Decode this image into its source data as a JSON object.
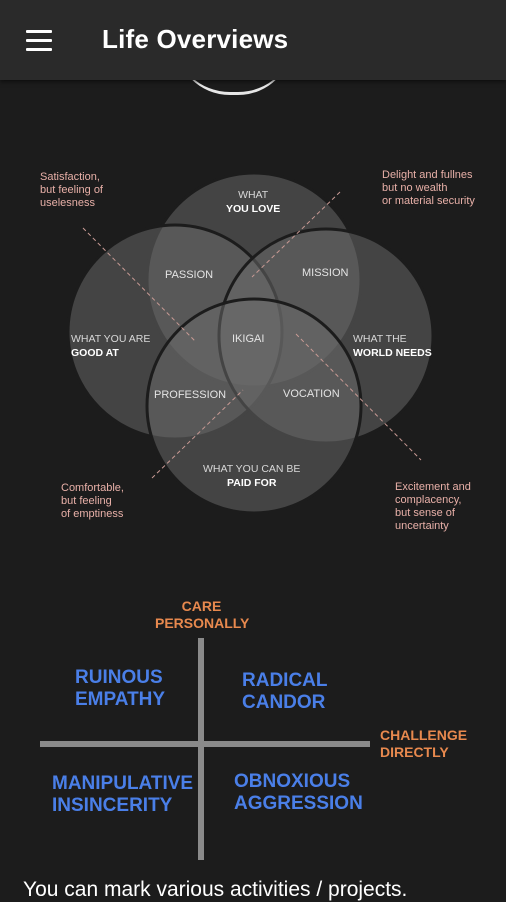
{
  "appbar": {
    "title": "Life Overviews",
    "menu_icon": "hamburger-menu-icon"
  },
  "ikigai": {
    "circles": {
      "love": {
        "line1": "WHAT",
        "line2": "YOU LOVE"
      },
      "good": {
        "line1": "WHAT YOU ARE",
        "line2": "GOOD AT"
      },
      "needs": {
        "line1": "WHAT THE",
        "line2": "WORLD NEEDS"
      },
      "paid": {
        "line1": "WHAT YOU CAN BE",
        "line2": "PAID FOR"
      }
    },
    "overlaps": {
      "passion": "PASSION",
      "mission": "MISSION",
      "profession": "PROFESSION",
      "vocation": "VOCATION",
      "ikigai": "IKIGAI"
    },
    "annotations": {
      "top_left": [
        "Satisfaction,",
        "but feeling of",
        "uselesness"
      ],
      "top_right": [
        "Delight and fullnes",
        "but no wealth",
        "or material security"
      ],
      "bottom_left": [
        "Comfortable,",
        "but feeling",
        "of emptiness"
      ],
      "bottom_right": [
        "Excitement and",
        "complacency,",
        "but sense of",
        "uncertainty"
      ]
    },
    "colors": {
      "circle": "#6b6b6b",
      "annotation": "#e8b0a8"
    }
  },
  "candor": {
    "axis_vertical": [
      "CARE",
      "PERSONALLY"
    ],
    "axis_horizontal": [
      "CHALLENGE",
      "DIRECTLY"
    ],
    "quadrants": {
      "top_left": [
        "RUINOUS",
        "EMPATHY"
      ],
      "top_right": [
        "RADICAL",
        "CANDOR"
      ],
      "bottom_left": [
        "MANIPULATIVE",
        "INSINCERITY"
      ],
      "bottom_right": [
        "OBNOXIOUS",
        "AGGRESSION"
      ]
    },
    "colors": {
      "axis_label": "#e8894e",
      "quadrant": "#4a7fe8"
    }
  },
  "footer": {
    "text": "You can mark various activities / projects."
  }
}
